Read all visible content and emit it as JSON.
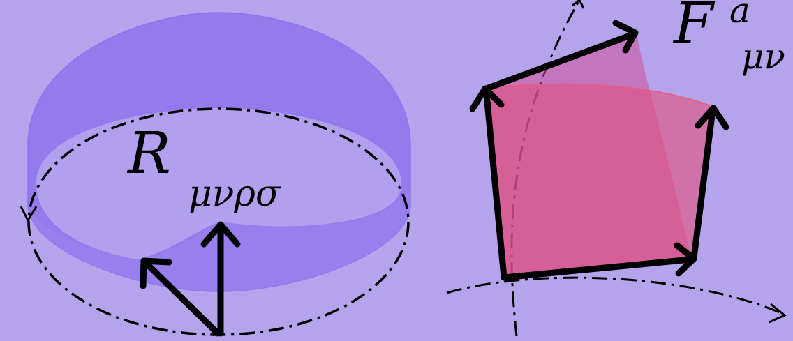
{
  "background_color": "#b5a3ec",
  "left_figure": {
    "label_main": "R",
    "label_sub": "μνρσ",
    "cylinder_fill": "#7f63ec",
    "cylinder_edge": "#8a73f2"
  },
  "right_figure": {
    "label_main": "F",
    "label_sup": "a",
    "label_sub": "μν",
    "patch_fill": "#e2507f",
    "patch_edge": "#e8607a"
  },
  "stroke_color": "#000000"
}
